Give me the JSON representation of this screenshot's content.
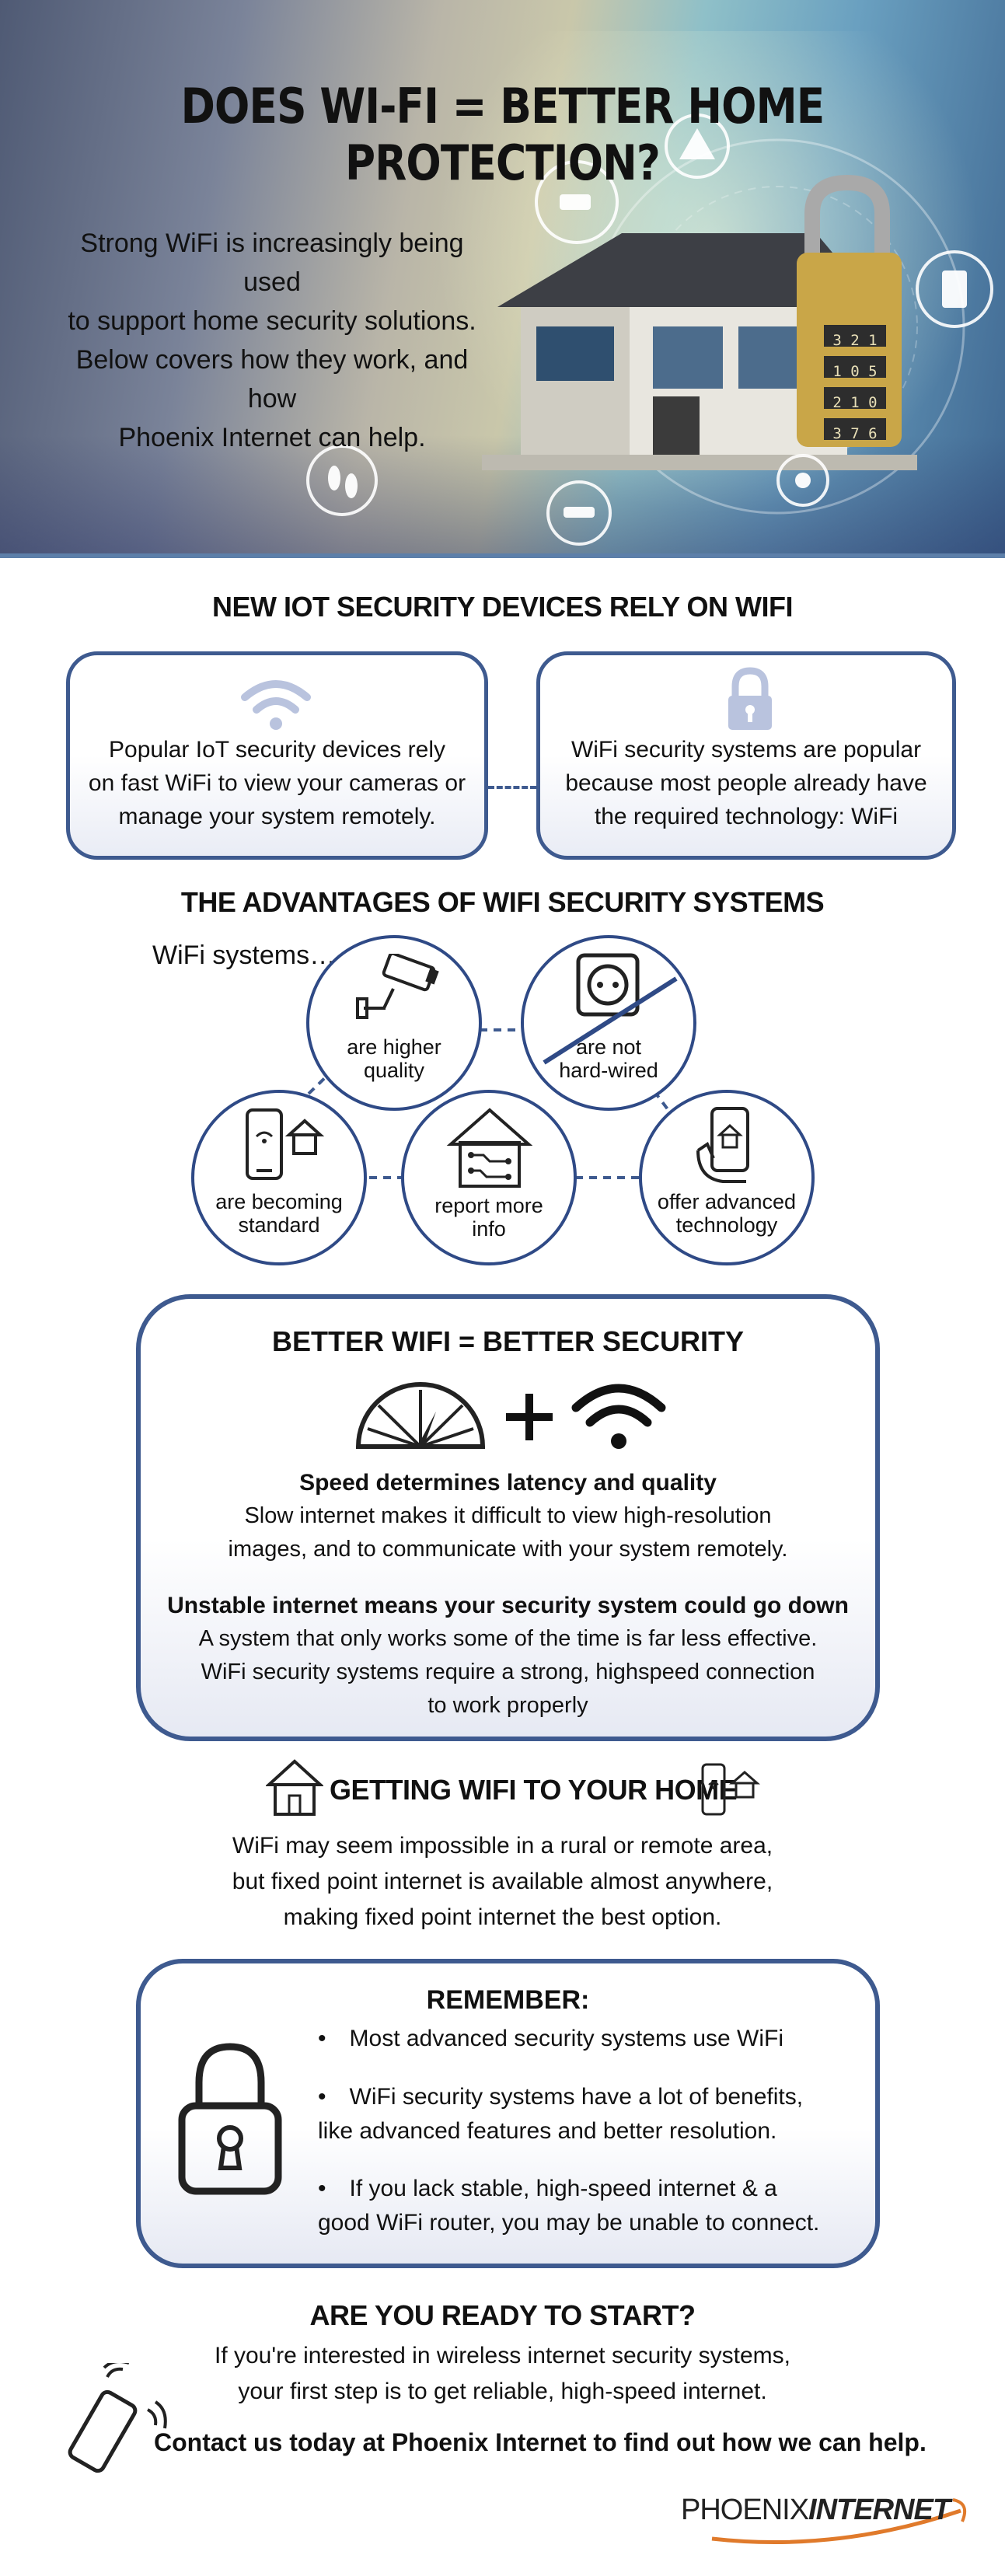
{
  "hero": {
    "title": "DOES WI-FI = BETTER HOME PROTECTION?",
    "intro_lines": [
      "Strong WiFi is increasingly being used",
      "to support home security solutions.",
      "Below covers how they work, and how",
      "Phoenix Internet can help."
    ],
    "padlock_codes": [
      "3 2 1",
      "1 0 5",
      "2 1 0",
      "3 7 6"
    ]
  },
  "iot": {
    "title": "NEW IOT SECURITY DEVICES RELY ON WIFI",
    "left_card": {
      "icon": "wifi-icon",
      "lines": [
        "Popular IoT security devices rely",
        "on fast WiFi to view your cameras or",
        "manage your system remotely."
      ]
    },
    "right_card": {
      "icon": "lock-icon",
      "lines": [
        "WiFi security systems are popular",
        "because most people already have",
        "the required technology: WiFi"
      ]
    }
  },
  "advantages": {
    "title": "THE ADVANTAGES OF WIFI SECURITY SYSTEMS",
    "lead": "WiFi systems…",
    "items": [
      {
        "icon": "security-camera-icon",
        "lines": [
          "are higher",
          "quality"
        ]
      },
      {
        "icon": "no-outlet-icon",
        "lines": [
          "are not",
          "hard-wired"
        ]
      },
      {
        "icon": "smart-home-phone-icon",
        "lines": [
          "are becoming",
          "standard"
        ]
      },
      {
        "icon": "circuit-house-icon",
        "lines": [
          "report more",
          "info"
        ]
      },
      {
        "icon": "hand-phone-home-icon",
        "lines": [
          "offer advanced",
          "technology"
        ]
      }
    ]
  },
  "better": {
    "title": "BETTER WIFI = BETTER SECURITY",
    "icons": [
      "speedometer-icon",
      "plus-icon",
      "wifi-icon"
    ],
    "speed_heading": "Speed determines latency and quality",
    "speed_lines": [
      "Slow internet makes it difficult to view high-resolution",
      "images, and to communicate with your system remotely."
    ],
    "unstable_heading": "Unstable internet means your security system could go down",
    "unstable_lines": [
      "A system that only works some of the time is far less effective.",
      "WiFi security systems require a strong, highspeed connection",
      "to work properly"
    ]
  },
  "getting": {
    "title": "GETTING WIFI TO YOUR HOME",
    "lines": [
      "WiFi may seem impossible in a rural or remote area,",
      "but fixed point internet is available almost anywhere,",
      "making fixed point internet the best option."
    ]
  },
  "remember": {
    "title": "REMEMBER:",
    "bullets": [
      [
        "Most advanced security systems use WiFi"
      ],
      [
        "WiFi security systems have a lot of benefits,",
        "like advanced features and better resolution."
      ],
      [
        "If you lack stable, high-speed internet &  a",
        "good WiFi router, you may be unable to connect."
      ]
    ]
  },
  "ready": {
    "title": "ARE YOU READY TO START?",
    "lines": [
      "If you're interested in wireless internet security systems,",
      "your first step is to get reliable, high-speed internet."
    ],
    "cta": "Contact us today at Phoenix Internet to find out how we can help."
  },
  "brand": {
    "name_light": "PHOENIX",
    "name_bold": "INTERNET",
    "accent": "#e07a2b",
    "primary": "#3e5a8f"
  }
}
